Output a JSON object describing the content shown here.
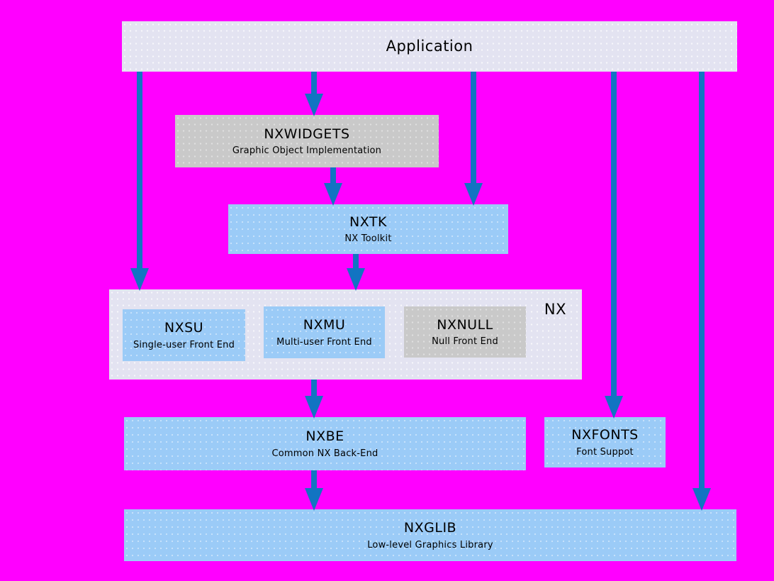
{
  "colors": {
    "background": "#ff00ff",
    "arrow": "#1274c2",
    "box_light": "#e3e3f1",
    "box_blue": "#9bcbf7",
    "box_gray": "#c9c9c9",
    "text": "#000000"
  },
  "boxes": {
    "application": {
      "title": "Application"
    },
    "nxwidgets": {
      "title": "NXWIDGETS",
      "subtitle": "Graphic Object Implementation"
    },
    "nxtk": {
      "title": "NXTK",
      "subtitle": "NX Toolkit"
    },
    "nx_group": {
      "label": "NX"
    },
    "nxsu": {
      "title": "NXSU",
      "subtitle": "Single-user Front End"
    },
    "nxmu": {
      "title": "NXMU",
      "subtitle": "Multi-user Front End"
    },
    "nxnull": {
      "title": "NXNULL",
      "subtitle": "Null Front End"
    },
    "nxbe": {
      "title": "NXBE",
      "subtitle": "Common NX Back-End"
    },
    "nxfonts": {
      "title": "NXFONTS",
      "subtitle": "Font Suppot"
    },
    "nxglib": {
      "title": "NXGLIB",
      "subtitle": "Low-level Graphics Library"
    }
  }
}
